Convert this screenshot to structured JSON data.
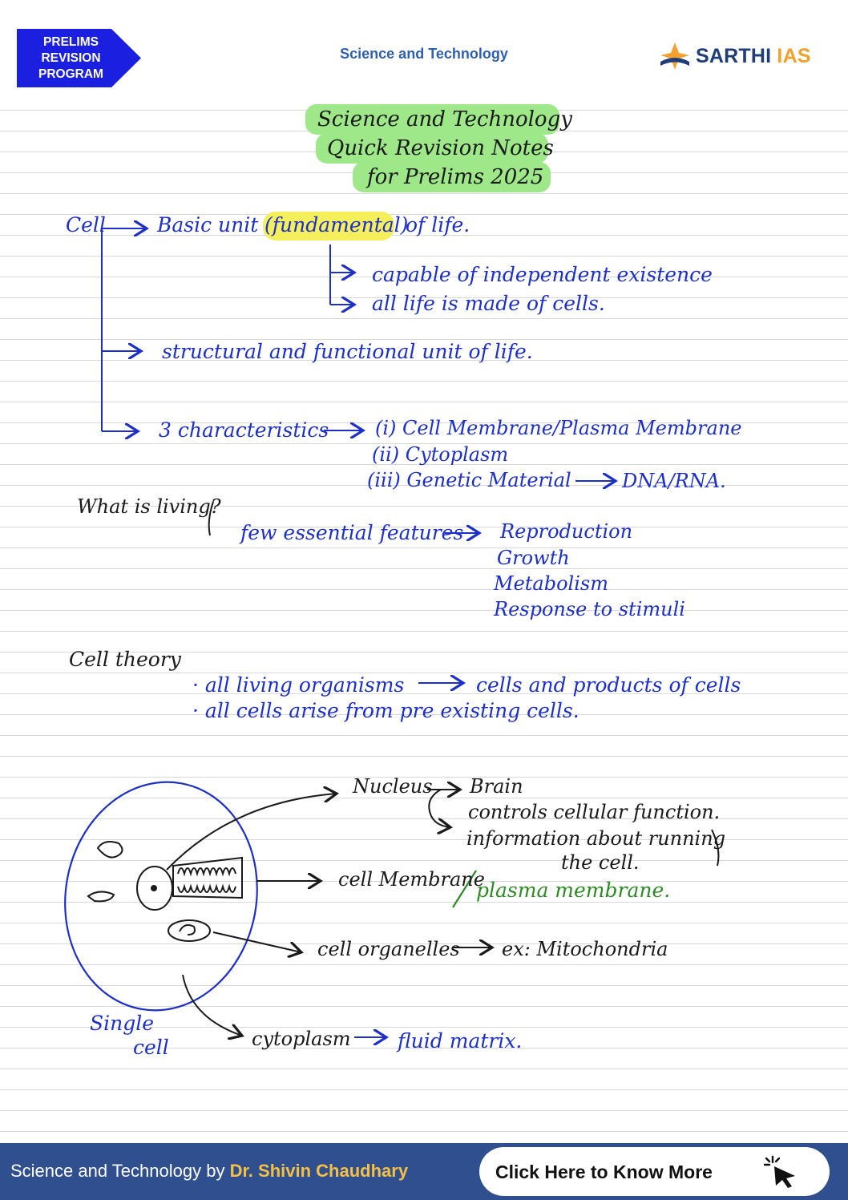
{
  "header": {
    "badge_lines": [
      "PRELIMS",
      "REVISION",
      "PROGRAM"
    ],
    "title": "Science and Technology",
    "logo_part1": "SARTHI",
    "logo_part2": "IAS"
  },
  "notes": {
    "heading": [
      "Science and Technology",
      "Quick Revision Notes",
      "for Prelims 2025"
    ],
    "cell_label": "Cell",
    "basic_unit_pre": "Basic unit",
    "basic_unit_hl": "(fundamental)",
    "basic_unit_post": "of life.",
    "sub1": "capable of independent existence",
    "sub2": "all life is made of cells.",
    "structural": "structural and functional unit of life.",
    "characteristics": "3 characteristics",
    "char_items": [
      "(i)  Cell Membrane/Plasma Membrane",
      "(ii)  Cytoplasm",
      "(iii)  Genetic Material"
    ],
    "genetic_result": "DNA/RNA.",
    "what_living": "What is living?",
    "features_label": "few essential features",
    "features": [
      "Reproduction",
      "Growth",
      "Metabolism",
      "Response to stimuli"
    ],
    "cell_theory": "Cell theory",
    "theory_1a": "· all living organisms",
    "theory_1b": "cells and products of cells",
    "theory_2": "· all cells arise from pre existing cells.",
    "nucleus": "Nucleus",
    "nucleus_items": [
      "Brain",
      "controls cellular function.",
      "information about running",
      "the cell."
    ],
    "cell_membrane": "cell Membrane",
    "plasma_membrane": "plasma membrane.",
    "organelles": "cell organelles",
    "organelles_ex": "ex: Mitochondria",
    "cytoplasm": "cytoplasm",
    "fluid": "fluid matrix.",
    "single": "Single",
    "single_cell": "cell"
  },
  "footer": {
    "text_pre": "Science and Technology by ",
    "author": "Dr. Shivin Chaudhary",
    "cta": "Click Here to Know More"
  },
  "colors": {
    "ink_blue": "#1d2fc9",
    "ink_black": "#1a1a1a",
    "ink_green": "#2e8a24",
    "highlight_green": "#9ee88a",
    "highlight_yellow": "#f5ef5b",
    "badge_blue": "#1a1fe0",
    "footer_bg": "#2f4f8f",
    "footer_name": "#f5c046"
  }
}
